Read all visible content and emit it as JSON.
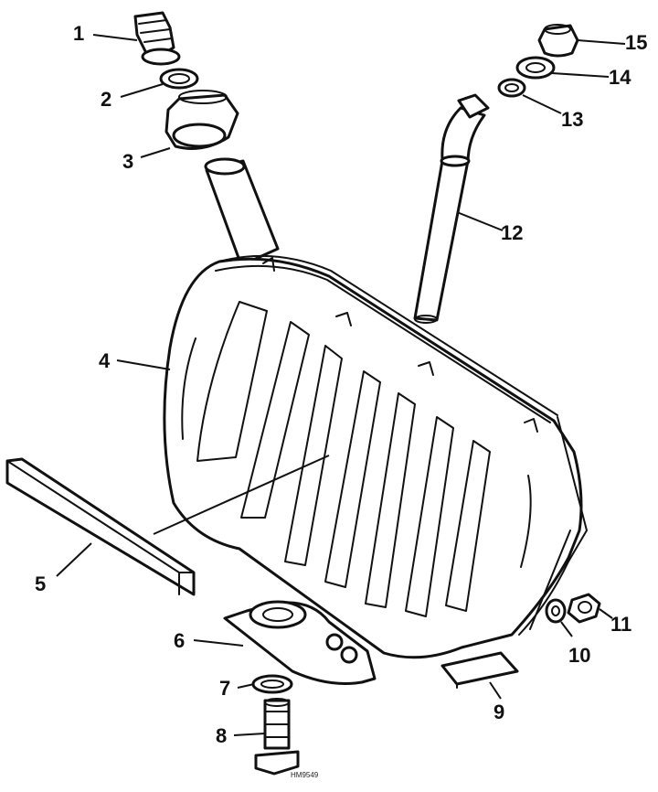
{
  "callouts": {
    "c1": "1",
    "c2": "2",
    "c3": "3",
    "c4": "4",
    "c5": "5",
    "c6": "6",
    "c7": "7",
    "c8": "8",
    "c9": "9",
    "c10": "10",
    "c11": "11",
    "c12": "12",
    "c13": "13",
    "c14": "14",
    "c15": "15"
  },
  "reference_code": "HM9549"
}
